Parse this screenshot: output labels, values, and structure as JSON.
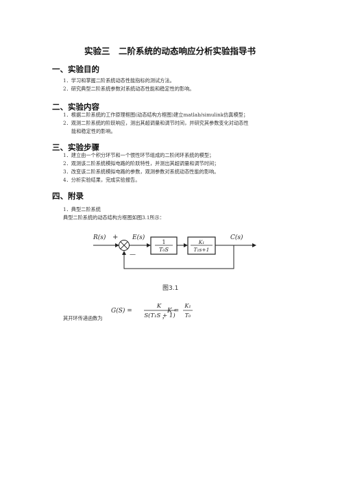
{
  "doc_title": "实验三　二阶系统的动态响应分析实验指导书",
  "sections": {
    "s1": {
      "heading": "一、实验目的",
      "items": [
        "1．学习和掌握二阶系统动态性能指标的测试方法。",
        "2．研究典型二阶系统参数对系统动态性能和稳定性的影响。"
      ]
    },
    "s2": {
      "heading": "二、实验内容",
      "items": [
        "1．根据二阶系统的工作原理框图(动态结构方框图)建立matlab/simulink仿真模型；",
        "2．观测二阶系统的阶跃响应，测出其超调量和调节时间，并研究其参数变化对动态性",
        "能和稳定性的影响。"
      ]
    },
    "s3": {
      "heading": "三、实验步骤",
      "items": [
        "1．建立由一个积分环节和一个惯性环节组成的二阶闭环系统的模型；",
        "2．观测该二阶系统模拟电路的阶跃特性，并测出其超调量和调节时间；",
        "3．改变该二阶系统模拟电路的参数，观测参数对系统动态性能的影响。",
        "4．分析实验结果，完成实验报告。"
      ]
    },
    "s4": {
      "heading": "四、附录",
      "items": [
        "1．典型二阶系统",
        "典型二阶系统的动态结构方框图如图3.1所示："
      ]
    }
  },
  "diagram": {
    "input": "R(s)",
    "plus": "+",
    "minus": "—",
    "error": "E(s)",
    "block1_num": "1",
    "block1_den": "T₀S",
    "block2_num": "K₁",
    "block2_den": "T₁s+1",
    "output": "C(s)"
  },
  "figure_caption": "图3.1",
  "formula": {
    "lhs": "G(S) =",
    "num": "K",
    "den": "S(T₁S + 1)",
    "k_lhs": "K =",
    "k_num": "K₁",
    "k_den": "T₀"
  },
  "open_loop_text": "其开环传递函数为",
  "comma": "，"
}
